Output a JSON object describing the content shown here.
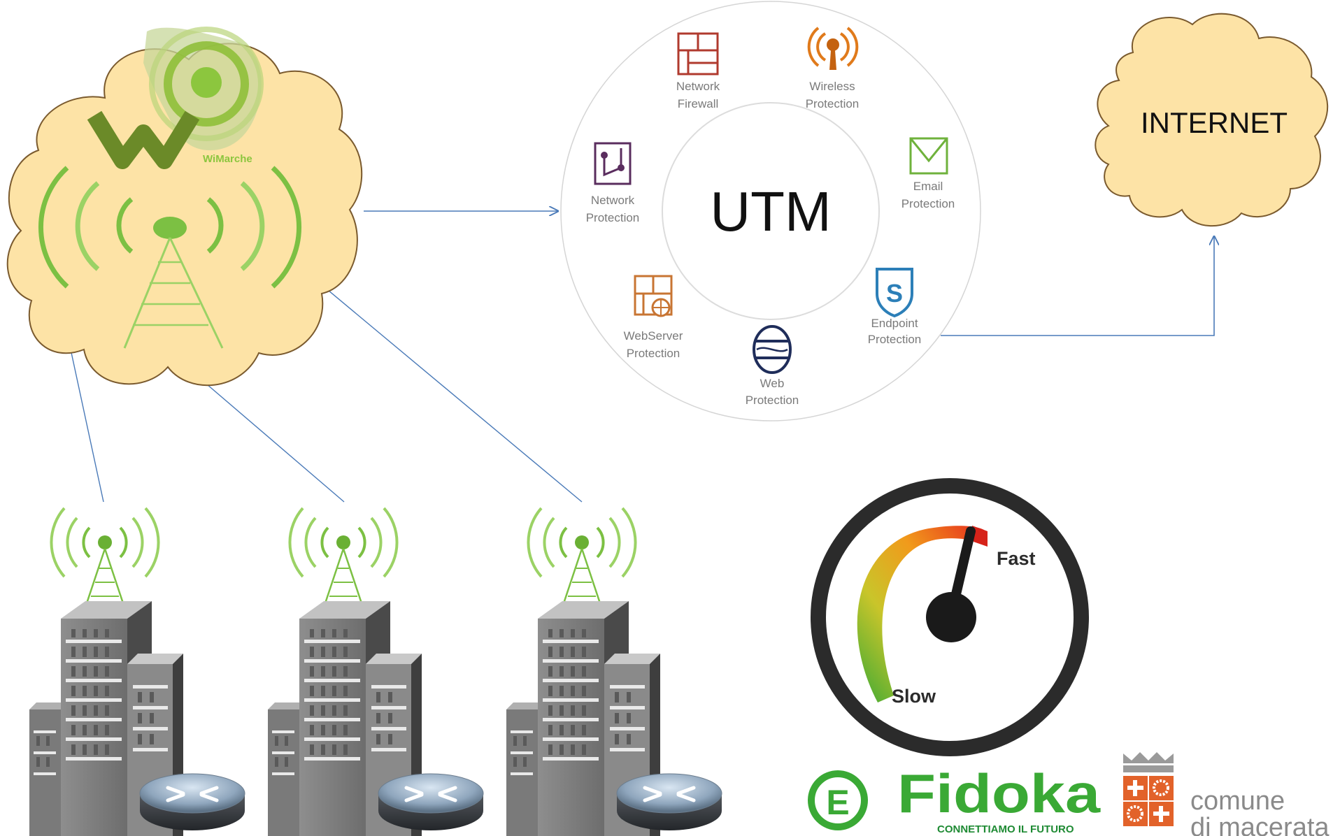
{
  "cloud_wimarche": {
    "logo_text": "WiMarche"
  },
  "utm": {
    "center_label": "UTM",
    "services": [
      {
        "line1": "Network",
        "line2": "Firewall",
        "icon": "network-firewall-icon"
      },
      {
        "line1": "Wireless",
        "line2": "Protection",
        "icon": "wireless-protection-icon"
      },
      {
        "line1": "Email",
        "line2": "Protection",
        "icon": "email-protection-icon"
      },
      {
        "line1": "Endpoint",
        "line2": "Protection",
        "icon": "endpoint-protection-icon"
      },
      {
        "line1": "Web",
        "line2": "Protection",
        "icon": "web-protection-icon"
      },
      {
        "line1": "WebServer",
        "line2": "Protection",
        "icon": "webserver-protection-icon"
      },
      {
        "line1": "Network",
        "line2": "Protection",
        "icon": "network-protection-icon"
      }
    ]
  },
  "internet": {
    "label": "INTERNET"
  },
  "speedometer": {
    "fast_label": "Fast",
    "slow_label": "Slow"
  },
  "logos": {
    "fidoka_name": "Fidoka",
    "fidoka_tagline": "CONNETTIAMO IL FUTURO",
    "comune_line1": "comune",
    "comune_line2": "di macerata"
  },
  "colors": {
    "cloud_fill": "#fde3a6",
    "cloud_stroke": "#7a5a2e",
    "connector": "#4a7ab8",
    "antenna_green": "#7cc043",
    "building_gray": "#8a8a8a",
    "firewall_red": "#b03a2e",
    "email_green": "#6fb23c",
    "endpoint_blue": "#2c7fb8",
    "fidoka_green": "#3aa935",
    "comune_orange": "#e2622a"
  }
}
